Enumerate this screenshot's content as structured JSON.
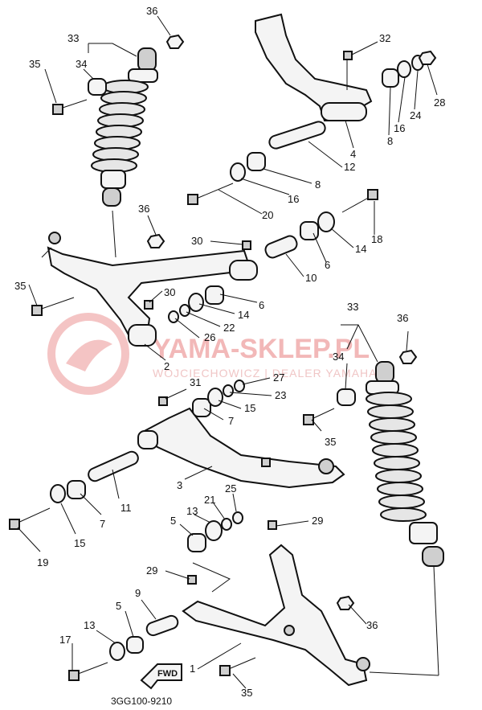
{
  "diagram": {
    "drawing_code": "3GG100-9210",
    "fwd_label": "FWD",
    "watermark": {
      "title": "YAMA-SKLEP.PL",
      "subtitle": "WOJCIECHOWICZ | DEALER YAMAHA"
    },
    "callouts": [
      {
        "id": "c36a",
        "label": "36"
      },
      {
        "id": "c33a",
        "label": "33"
      },
      {
        "id": "c34a",
        "label": "34"
      },
      {
        "id": "c35a",
        "label": "35"
      },
      {
        "id": "c32",
        "label": "32"
      },
      {
        "id": "c28",
        "label": "28"
      },
      {
        "id": "c24",
        "label": "24"
      },
      {
        "id": "c16a",
        "label": "16"
      },
      {
        "id": "c8a",
        "label": "8"
      },
      {
        "id": "c4",
        "label": "4"
      },
      {
        "id": "c12",
        "label": "12"
      },
      {
        "id": "c8b",
        "label": "8"
      },
      {
        "id": "c16b",
        "label": "16"
      },
      {
        "id": "c20",
        "label": "20"
      },
      {
        "id": "c36b",
        "label": "36"
      },
      {
        "id": "c18",
        "label": "18"
      },
      {
        "id": "c14a",
        "label": "14"
      },
      {
        "id": "c30a",
        "label": "30"
      },
      {
        "id": "c6a",
        "label": "6"
      },
      {
        "id": "c10",
        "label": "10"
      },
      {
        "id": "c35b",
        "label": "35"
      },
      {
        "id": "c30b",
        "label": "30"
      },
      {
        "id": "c6b",
        "label": "6"
      },
      {
        "id": "c14b",
        "label": "14"
      },
      {
        "id": "c22",
        "label": "22"
      },
      {
        "id": "c26",
        "label": "26"
      },
      {
        "id": "c2",
        "label": "2"
      },
      {
        "id": "c33b",
        "label": "33"
      },
      {
        "id": "c36c",
        "label": "36"
      },
      {
        "id": "c34b",
        "label": "34"
      },
      {
        "id": "c27",
        "label": "27"
      },
      {
        "id": "c31",
        "label": "31"
      },
      {
        "id": "c23",
        "label": "23"
      },
      {
        "id": "c15a",
        "label": "15"
      },
      {
        "id": "c7a",
        "label": "7"
      },
      {
        "id": "c35c",
        "label": "35"
      },
      {
        "id": "c3",
        "label": "3"
      },
      {
        "id": "c11",
        "label": "11"
      },
      {
        "id": "c7b",
        "label": "7"
      },
      {
        "id": "c15b",
        "label": "15"
      },
      {
        "id": "c19",
        "label": "19"
      },
      {
        "id": "c25",
        "label": "25"
      },
      {
        "id": "c21",
        "label": "21"
      },
      {
        "id": "c13a",
        "label": "13"
      },
      {
        "id": "c5a",
        "label": "5"
      },
      {
        "id": "c29a",
        "label": "29"
      },
      {
        "id": "c29b",
        "label": "29"
      },
      {
        "id": "c9",
        "label": "9"
      },
      {
        "id": "c5b",
        "label": "5"
      },
      {
        "id": "c13b",
        "label": "13"
      },
      {
        "id": "c17",
        "label": "17"
      },
      {
        "id": "c36d",
        "label": "36"
      },
      {
        "id": "c1",
        "label": "1"
      },
      {
        "id": "c35d",
        "label": "35"
      }
    ]
  }
}
